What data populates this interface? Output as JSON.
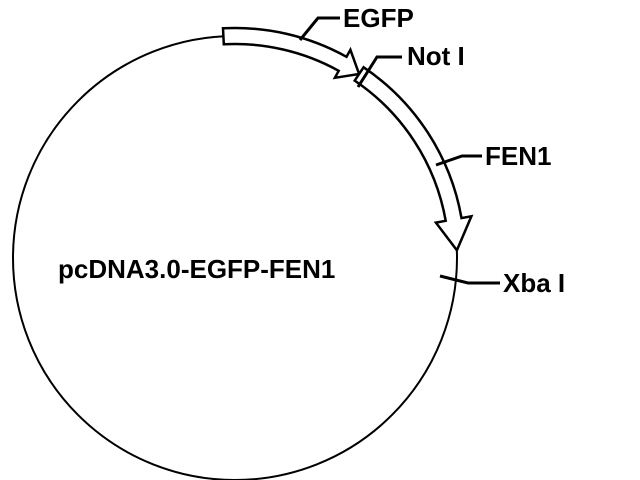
{
  "plasmid": {
    "name": "pcDNA3.0-EGFP-FEN1"
  },
  "features": [
    {
      "name": "EGFP"
    },
    {
      "name": "FEN1"
    }
  ],
  "restriction_sites": [
    {
      "name": "Not I"
    },
    {
      "name": "Xba I"
    }
  ],
  "colors": {
    "background": "#ffffff",
    "stroke": "#000000",
    "arrow_fill": "#ffffff"
  }
}
